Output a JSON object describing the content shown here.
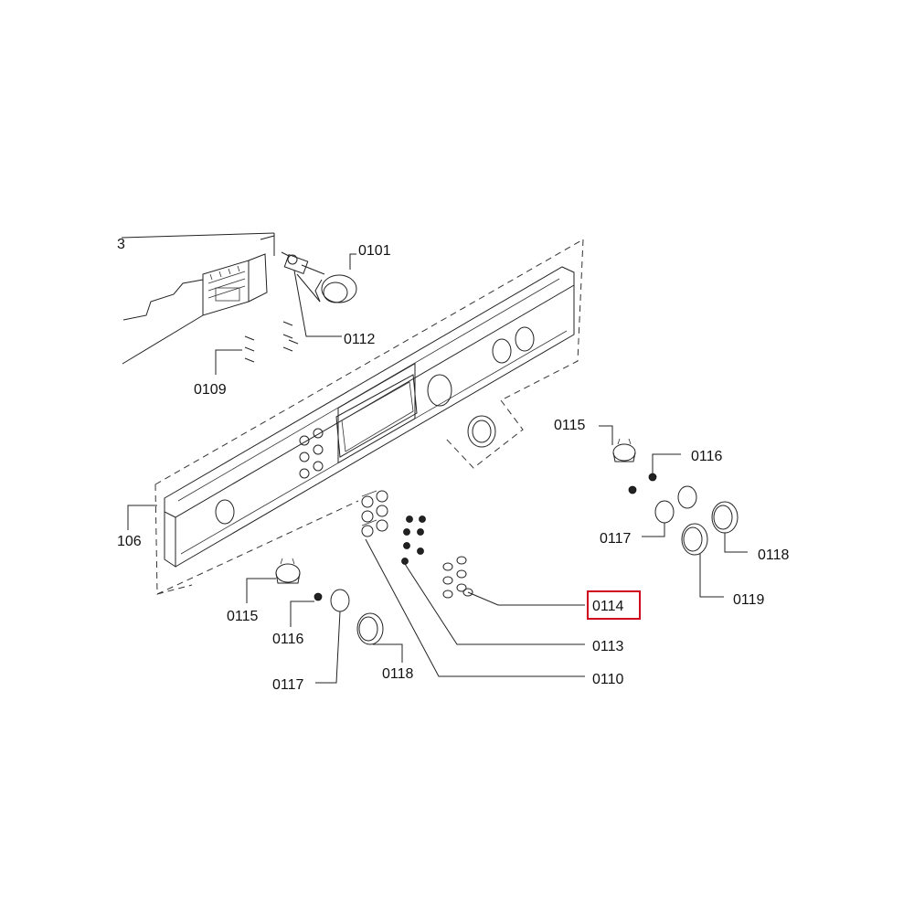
{
  "highlight_color": "#d0021b",
  "highlighted_label": "0114",
  "labels": {
    "l_3": "3",
    "l_0101": "0101",
    "l_0112": "0112",
    "l_0109": "0109",
    "l_106": "106",
    "l_0115_right": "0115",
    "l_0116_right": "0116",
    "l_0117_right": "0117",
    "l_0118_right": "0118",
    "l_0119": "0119",
    "l_0114": "0114",
    "l_0113": "0113",
    "l_0110": "0110",
    "l_0115_left": "0115",
    "l_0116_left": "0116",
    "l_0117_left": "0117",
    "l_0118_left": "0118"
  }
}
